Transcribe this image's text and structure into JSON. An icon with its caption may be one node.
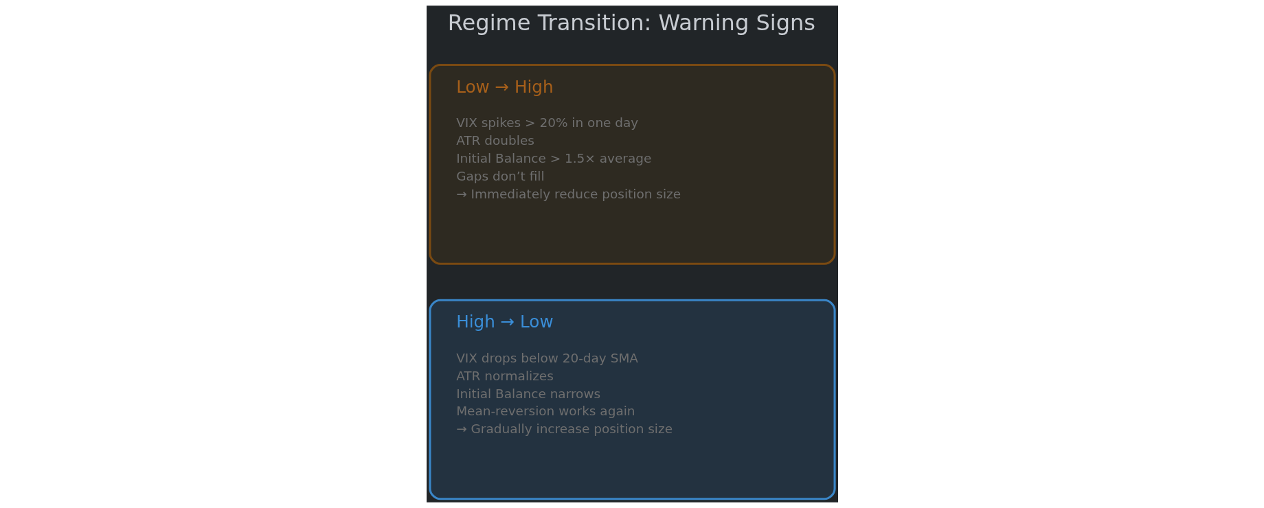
{
  "diagram": {
    "title": "Regime Transition: Warning Signs",
    "nodes": [
      {
        "text": [
          "Low → High",
          "VIX spikes > 20% in one day",
          "ATR doubles",
          "Initial Balance > 1.5× average",
          "Gaps don’t fill",
          "→ Immediately reduce position size"
        ]
      },
      {
        "text": [
          "High → Low",
          "VIX drops below 20-day SMA",
          "ATR normalizes",
          "Initial Balance narrows",
          "Mean-reversion works again",
          "→ Gradually increase position size"
        ]
      }
    ],
    "edges": []
  }
}
